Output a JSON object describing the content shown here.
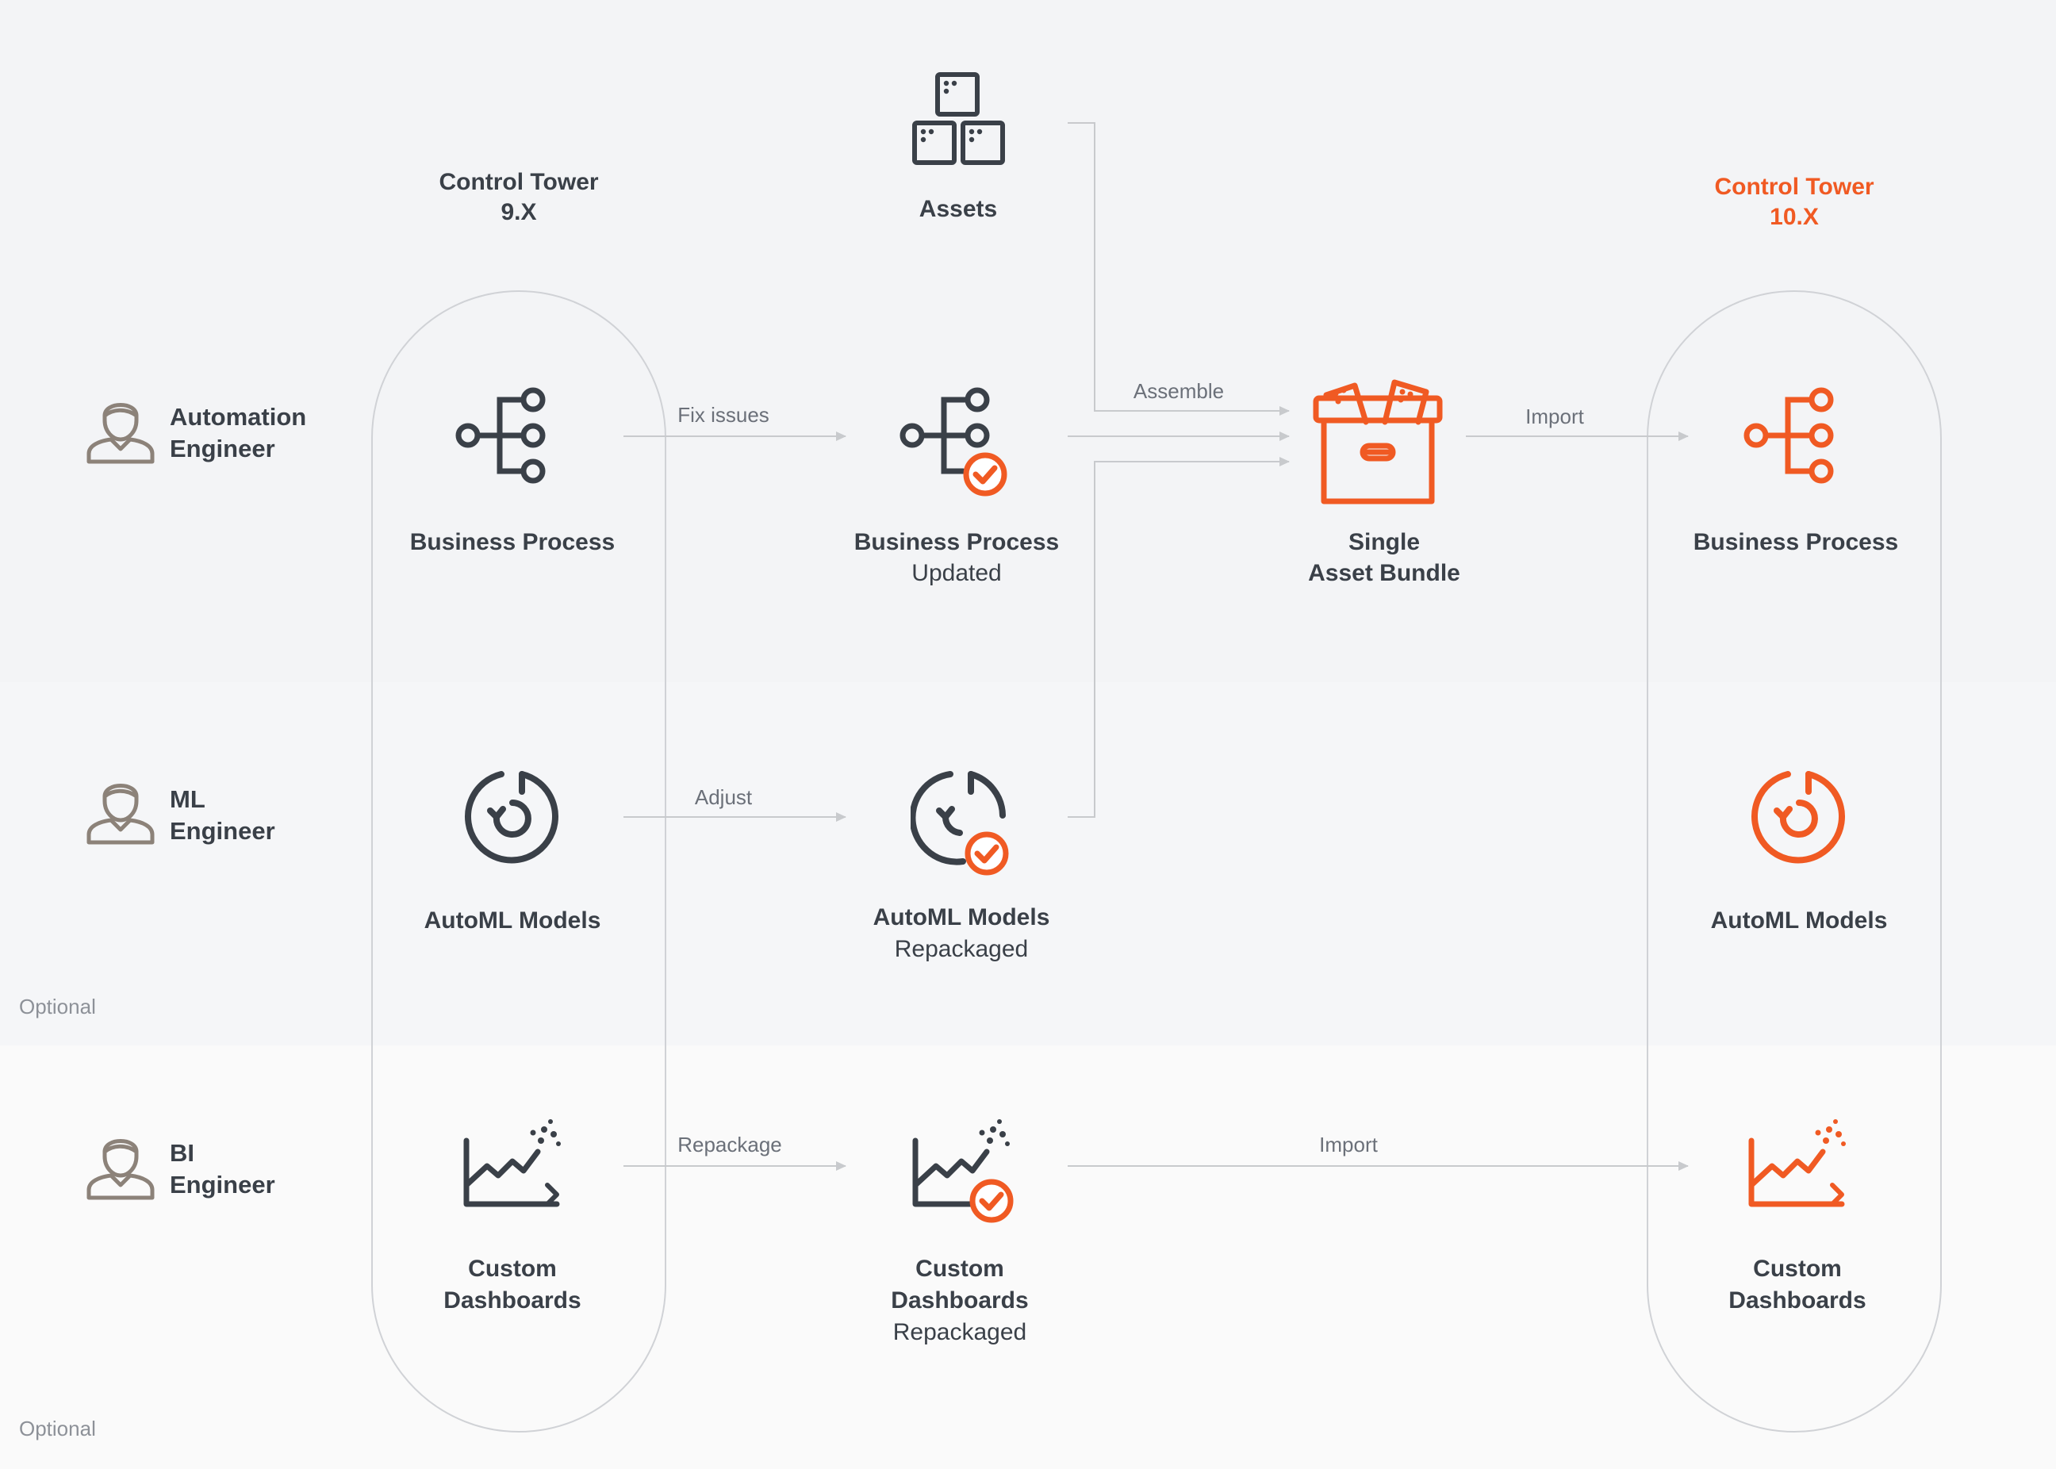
{
  "colors": {
    "dark": "#3a4048",
    "accent": "#f05a23",
    "person": "#8c8279",
    "line": "#c8cacd",
    "pill": "#d0d2d6"
  },
  "columns": {
    "source": {
      "title": "Control Tower",
      "version": "9.X"
    },
    "target": {
      "title": "Control Tower",
      "version": "10.X"
    }
  },
  "assets": {
    "label": "Assets",
    "icon": "cubes-icon"
  },
  "bundle": {
    "line1": "Single",
    "line2": "Asset Bundle",
    "icon": "box-icon"
  },
  "roles": [
    {
      "line1": "Automation",
      "line2": "Engineer",
      "icon": "person-icon"
    },
    {
      "line1": "ML",
      "line2": "Engineer",
      "icon": "person-icon"
    },
    {
      "line1": "BI",
      "line2": "Engineer",
      "icon": "person-icon"
    }
  ],
  "rows": [
    {
      "source": {
        "label": "Business Process",
        "icon": "process-icon"
      },
      "action": "Fix issues",
      "updated": {
        "label": "Business Process",
        "sub": "Updated",
        "icon": "process-check-icon"
      },
      "target": {
        "label": "Business Process",
        "icon": "process-icon"
      }
    },
    {
      "source": {
        "label": "AutoML Models",
        "icon": "automl-icon"
      },
      "action": "Adjust",
      "updated": {
        "label": "AutoML Models",
        "sub": "Repackaged",
        "icon": "automl-check-icon"
      },
      "target": {
        "label": "AutoML Models",
        "icon": "automl-icon"
      }
    },
    {
      "source": {
        "line1": "Custom",
        "line2": "Dashboards",
        "icon": "dashboard-icon"
      },
      "action": "Repackage",
      "updated": {
        "line1": "Custom",
        "line2": "Dashboards",
        "sub": "Repackaged",
        "icon": "dashboard-check-icon"
      },
      "target": {
        "line1": "Custom",
        "line2": "Dashboards",
        "icon": "dashboard-icon"
      }
    }
  ],
  "edges": {
    "assemble": "Assemble",
    "import_bundle": "Import",
    "import_dashboards": "Import"
  },
  "optional_labels": [
    "Optional",
    "Optional"
  ]
}
